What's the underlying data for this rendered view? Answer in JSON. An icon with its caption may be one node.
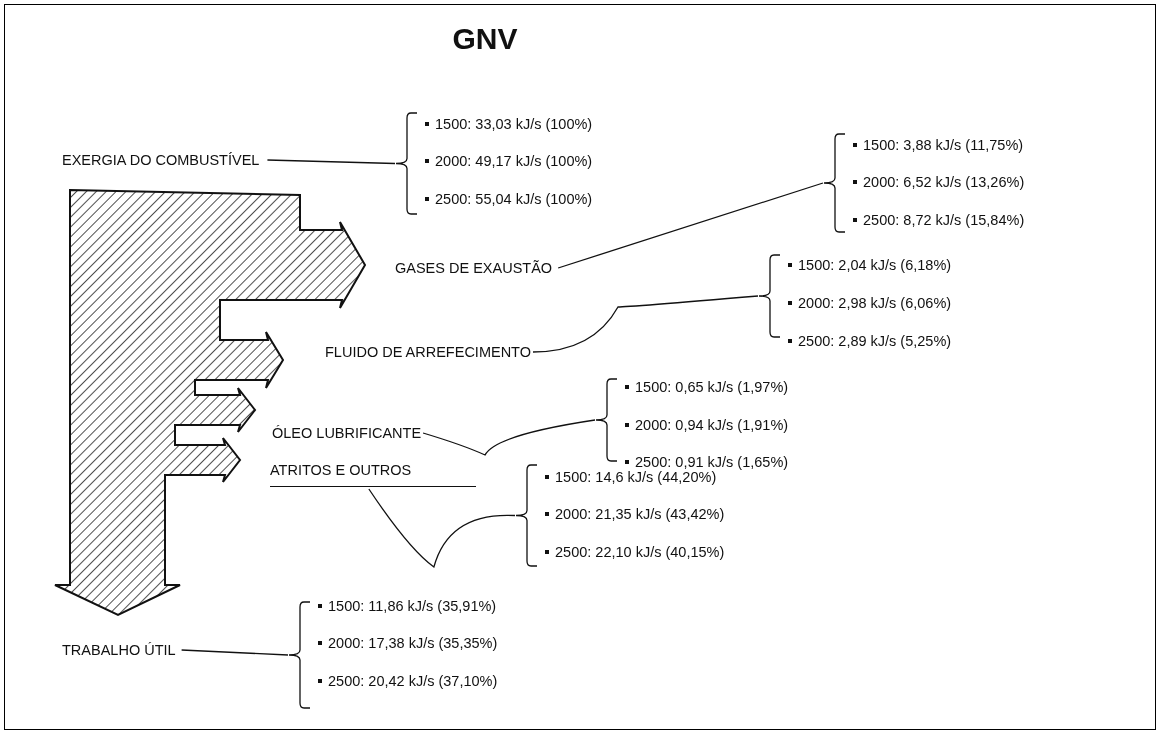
{
  "diagram": {
    "title": "GNV",
    "nodes": [
      {
        "text": [
          "EXERGIA DO COMBUSTÍVEL"
        ]
      },
      {
        "text": [
          "1500: 33,03 kJ/s (100%)",
          "2000: 49,17 kJ/s (100%)",
          "2500: 55,04 kJ/s (100%)"
        ]
      },
      {
        "text": [
          "GASES DE EXAUSTÃO"
        ]
      },
      {
        "text": [
          "1500: 3,88 kJ/s (11,75%)",
          "2000: 6,52 kJ/s (13,26%)",
          "2500: 8,72 kJ/s (15,84%)"
        ]
      },
      {
        "text": [
          "FLUIDO DE ARREFECIMENTO"
        ]
      },
      {
        "text": [
          "1500: 2,04 kJ/s (6,18%)",
          "2000: 2,98 kJ/s (6,06%)",
          "2500: 2,89 kJ/s (5,25%)"
        ]
      },
      {
        "text": [
          "ÓLEO LUBRIFICANTE"
        ]
      },
      {
        "text": [
          "1500: 0,65 kJ/s (1,97%)",
          "2000: 0,94 kJ/s (1,91%)",
          "2500: 0,91 kJ/s (1,65%)"
        ]
      },
      {
        "text": [
          "ATRITOS E OUTROS"
        ]
      },
      {
        "text": [
          "1500: 14,6 kJ/s (44,20%)",
          "2000: 21,35 kJ/s (43,42%)",
          "2500: 22,10 kJ/s (40,15%)"
        ]
      },
      {
        "text": [
          "TRABALHO ÚTIL"
        ]
      },
      {
        "text": [
          "1500: 11,86 kJ/s (35,91%)",
          "2000: 17,38 kJ/s (35,35%)",
          "2500: 20,42 kJ/s (37,10%)"
        ]
      }
    ],
    "edges": [
      {
        "from": 0,
        "to": 1,
        "arrow": "none"
      },
      {
        "from": 2,
        "to": 3,
        "arrow": "none"
      },
      {
        "from": 4,
        "to": 5,
        "arrow": "none"
      },
      {
        "from": 6,
        "to": 7,
        "arrow": "none"
      },
      {
        "from": 8,
        "to": 9,
        "arrow": "none"
      },
      {
        "from": 10,
        "to": 11,
        "arrow": "none"
      }
    ]
  }
}
